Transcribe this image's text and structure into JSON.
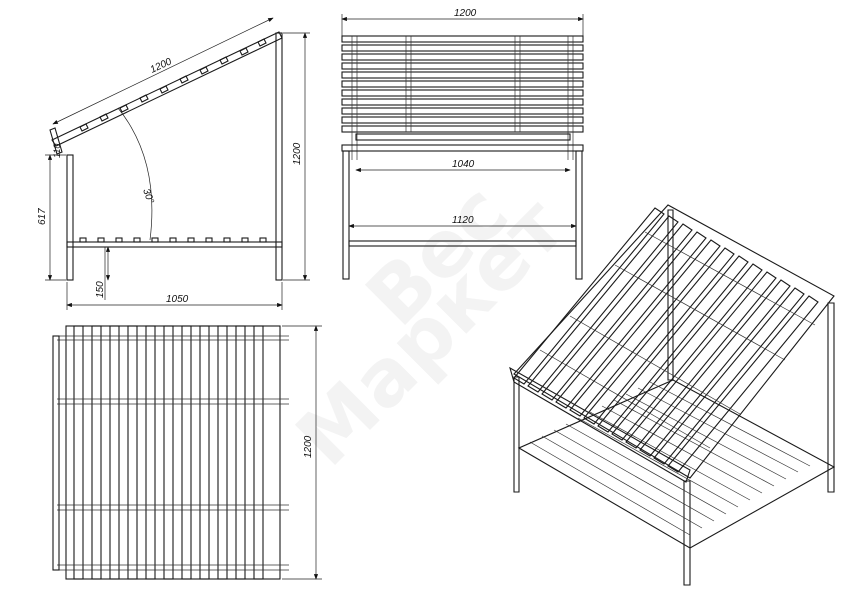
{
  "side_view": {
    "slope_length": "1200",
    "height": "1200",
    "lip": "110",
    "angle": "30°",
    "shelf_height": "617",
    "leg_height": "150",
    "depth": "1050"
  },
  "front_view": {
    "width": "1200",
    "inner_width": "1040",
    "frame_width": "1120"
  },
  "top_view": {
    "length": "1200"
  },
  "watermark": "Маркет Вес"
}
